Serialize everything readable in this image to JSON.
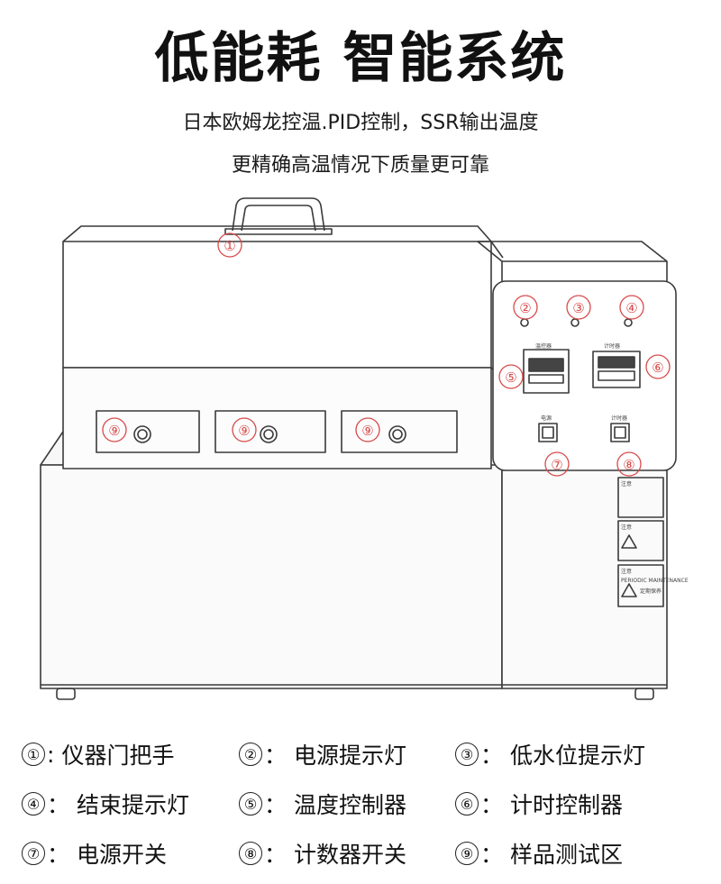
{
  "header": {
    "title": "低能耗 智能系统",
    "subtitle_line1": "日本欧姆龙控温.PID控制，SSR输出温度",
    "subtitle_line2": "更精确高温情况下质量更可靠"
  },
  "machine": {
    "callouts": [
      "①",
      "②",
      "③",
      "④",
      "⑤",
      "⑥",
      "⑦",
      "⑧",
      "⑨"
    ],
    "panel_labels": {
      "temp_controller": "温控器",
      "timer": "计时器",
      "power": "电源",
      "counter": "计时器"
    },
    "warning_labels": [
      "注意",
      "注意",
      "注意"
    ],
    "periodic_maintenance": "PERIODIC MAINTENANCE",
    "maintenance_text": "定期保养"
  },
  "legend": {
    "items": [
      {
        "num": "①",
        "sep": ":",
        "text": "仪器门把手"
      },
      {
        "num": "②",
        "sep": "：",
        "text": "电源提示灯"
      },
      {
        "num": "③",
        "sep": "：",
        "text": "低水位提示灯"
      },
      {
        "num": "④",
        "sep": "：",
        "text": "结束提示灯"
      },
      {
        "num": "⑤",
        "sep": "：",
        "text": "温度控制器"
      },
      {
        "num": "⑥",
        "sep": "：",
        "text": "计时控制器"
      },
      {
        "num": "⑦",
        "sep": "：",
        "text": "电源开关"
      },
      {
        "num": "⑧",
        "sep": "：",
        "text": "计数器开关"
      },
      {
        "num": "⑨",
        "sep": "：",
        "text": "样品测试区"
      }
    ]
  },
  "colors": {
    "callout_red": "#d84a4a",
    "outline": "#3a3a3a",
    "text": "#111111"
  }
}
